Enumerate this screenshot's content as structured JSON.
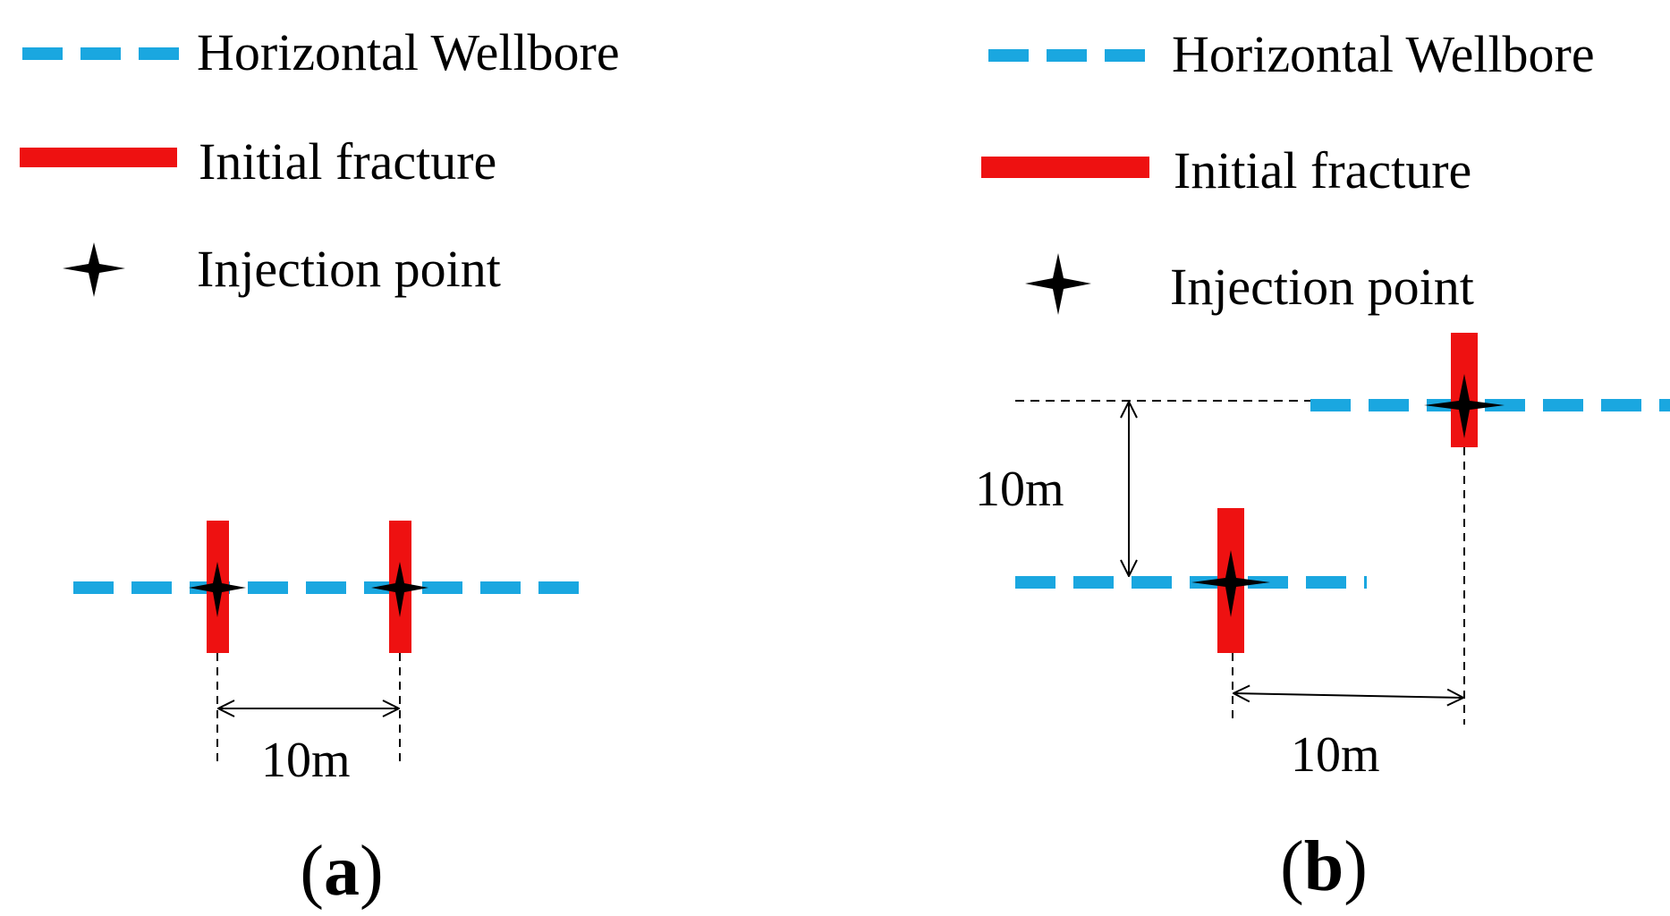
{
  "colors": {
    "wellbore": "#1aa7e0",
    "fracture": "#ee1111",
    "ink": "#000000"
  },
  "icons": {
    "injection": "four-point-star-icon"
  },
  "legend": {
    "wellbore_label": "Horizontal Wellbore",
    "fracture_label": "Initial fracture",
    "injection_label": "Injection point"
  },
  "panels": {
    "a": {
      "label_open": "(",
      "label_letter": "a",
      "label_close": ")",
      "spacing_label": "10m"
    },
    "b": {
      "label_open": "(",
      "label_letter": "b",
      "label_close": ")",
      "vertical_offset_label": "10m",
      "horizontal_offset_label": "10m"
    }
  }
}
